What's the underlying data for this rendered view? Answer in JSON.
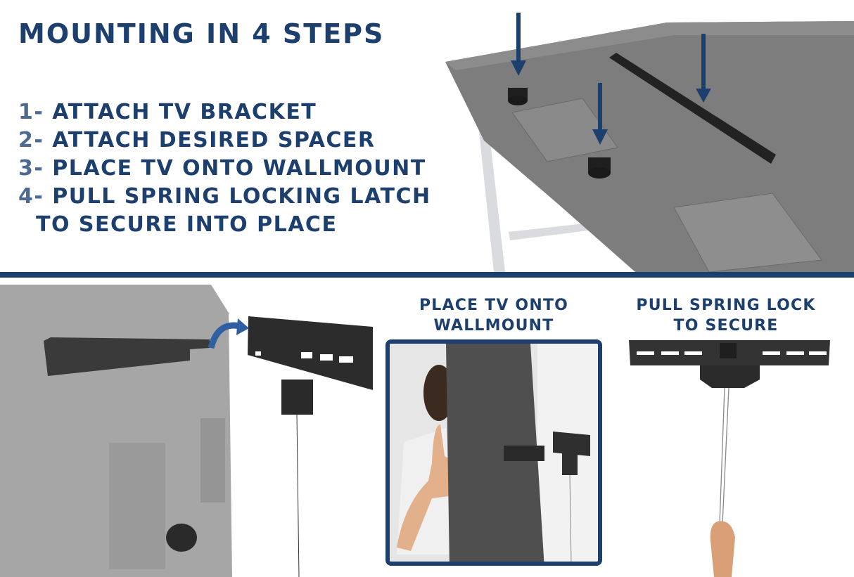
{
  "header": {
    "title": "MOUNTING IN 4 STEPS"
  },
  "steps": [
    {
      "number": "1-",
      "text": "ATTACH TV BRACKET"
    },
    {
      "number": "2-",
      "text": "ATTACH DESIRED SPACER"
    },
    {
      "number": "3-",
      "text": "PLACE TV ONTO WALLMOUNT"
    },
    {
      "number": "4-",
      "text": "PULL SPRING LOCKING LATCH",
      "continuation": "TO SECURE INTO PLACE"
    }
  ],
  "panels": {
    "middle_caption_line1": "PLACE TV ONTO",
    "middle_caption_line2": "WALLMOUNT",
    "right_caption_line1": "PULL SPRING LOCK",
    "right_caption_line2": "TO SECURE"
  },
  "images": {
    "top_photo": "tv-back-with-bracket-and-spacers",
    "left_photo": "tv-bracket-hooking-onto-wallplate",
    "middle_photo": "man-placing-tv-onto-wallmount",
    "right_photo": "hand-pulling-spring-lock-cord"
  },
  "colors": {
    "brand_navy": "#1d3f6e",
    "step_number": "#4d6a92",
    "tv_gray": "#7a7a7a",
    "bracket_dark": "#2e2e2e",
    "background": "#ffffff"
  }
}
